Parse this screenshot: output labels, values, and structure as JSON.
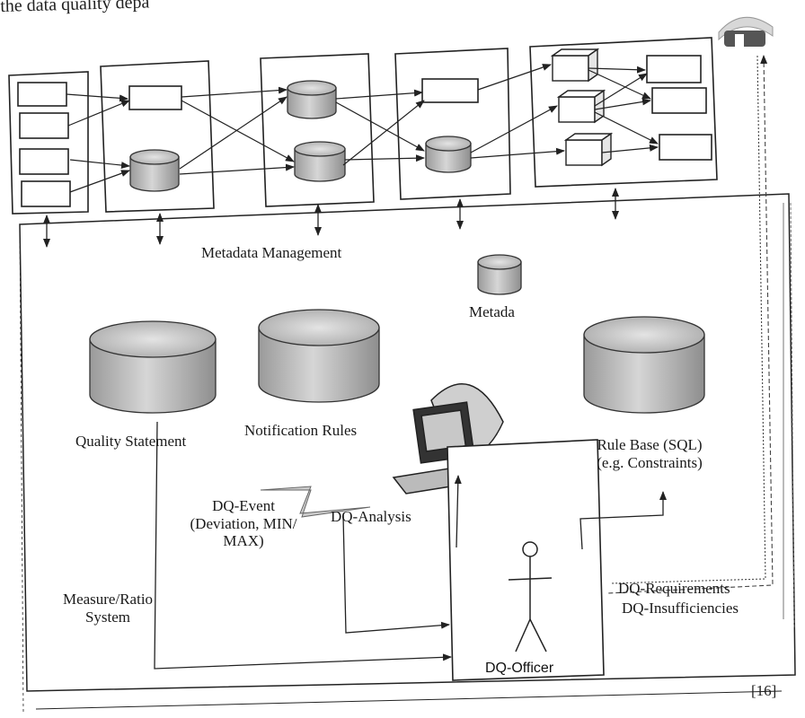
{
  "caption_top": "the data quality depa",
  "caption_bottom": "[16]",
  "diagram": {
    "metadata_management": "Metadata Management",
    "metadata_store": "Metada",
    "quality_statement": "Quality Statement",
    "notification_rules": "Notification Rules",
    "rule_base_line1": "Rule Base (SQL)",
    "rule_base_line2": "(e.g. Constraints)",
    "dq_event_line1": "DQ-Event",
    "dq_event_line2": "(Deviation, MIN/",
    "dq_event_line3": "MAX)",
    "dq_analysis": "DQ-Analysis",
    "measure_line1": "Measure/Ratio",
    "measure_line2": "System",
    "dq_officer": "DQ-Officer",
    "dq_requirements": "DQ-Requirements",
    "dq_insufficiencies": "DQ-Insufficiencies"
  }
}
